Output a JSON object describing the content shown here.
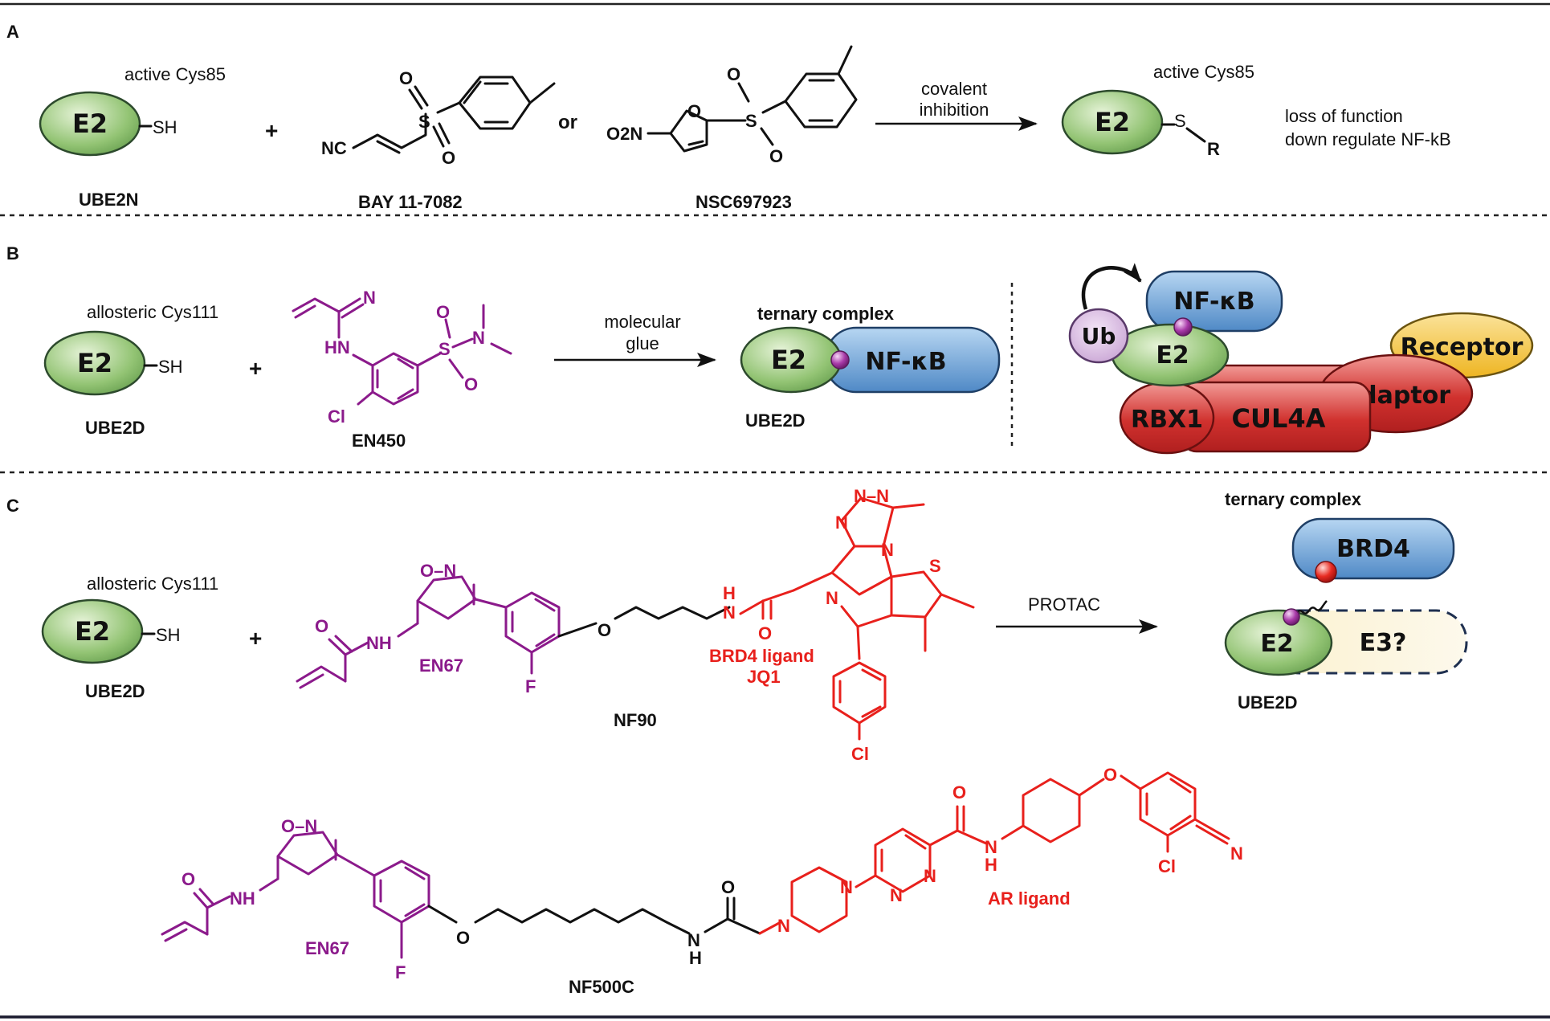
{
  "panels": {
    "a": "A",
    "b": "B",
    "c": "C"
  },
  "panel_a": {
    "site_label": "active Cys85",
    "e2": "E2",
    "sh": "SH",
    "ube2n": "UBE2N",
    "plus": "+",
    "or": "or",
    "bay_label": "BAY 11-7082",
    "nsc_label": "NSC697923",
    "nc": "NC",
    "o": "O",
    "s": "S",
    "o2n": "O2N",
    "arrow_top": "covalent",
    "arrow_bottom": "inhibition",
    "product_site": "active Cys85",
    "product_s": "S",
    "product_r": "R",
    "outcome_1": "loss of function",
    "outcome_2": "down regulate NF-kB"
  },
  "panel_b": {
    "site_label": "allosteric Cys111",
    "e2": "E2",
    "sh": "SH",
    "ube2d": "UBE2D",
    "plus": "+",
    "en450": "EN450",
    "hn": "HN",
    "cl": "Cl",
    "n": "N",
    "arrow_top": "molecular",
    "arrow_bottom": "glue",
    "ternary": "ternary complex",
    "nfkb": "NF-κB",
    "ube2d_product": "UBE2D",
    "cx_nfkb": "NF-κB",
    "cx_ub": "Ub",
    "cx_e2": "E2",
    "cx_receptor": "Receptor",
    "cx_adaptor": "Adaptor",
    "cx_rbx1": "RBX1",
    "cx_cul4a": "CUL4A"
  },
  "panel_c": {
    "site_label": "allosteric Cys111",
    "e2": "E2",
    "sh": "SH",
    "ube2d": "UBE2D",
    "plus": "+",
    "en67": "EN67",
    "nf90": "NF90",
    "brd4_ligand_1": "BRD4 ligand",
    "brd4_ligand_2": "JQ1",
    "f": "F",
    "cl": "Cl",
    "s": "S",
    "arrow_label": "PROTAC",
    "ternary": "ternary complex",
    "brd4": "BRD4",
    "e3": "E3?",
    "cx_e2": "E2",
    "ube2d_product": "UBE2D",
    "en67_b": "EN67",
    "nf500c": "NF500C",
    "ar_ligand": "AR ligand"
  },
  "colors": {
    "warhead": "#8b1a8b",
    "ligand": "#e8201c",
    "e2_fill": "#8cc06a",
    "blue_fill": "#5b95d2",
    "red_fill": "#c7282a",
    "yellow_fill": "#f2c23a"
  }
}
